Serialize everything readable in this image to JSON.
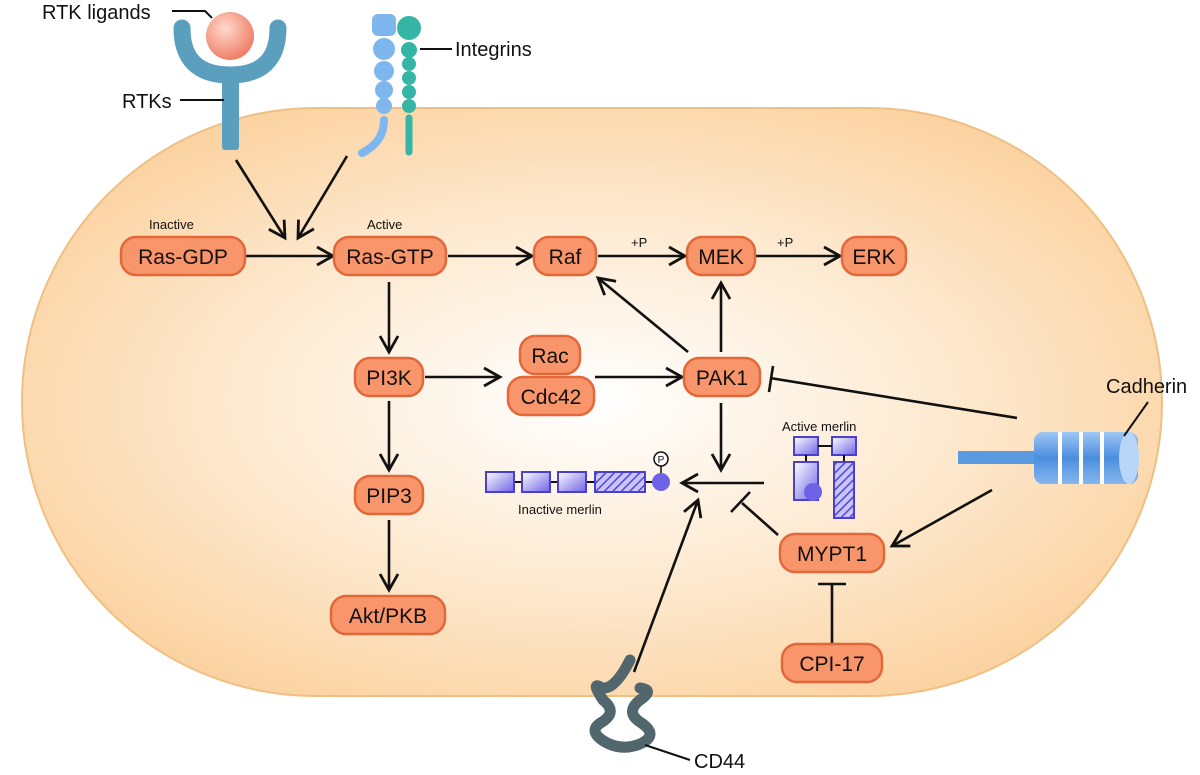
{
  "nodes": {
    "ras_gdp": "Ras-GDP",
    "ras_gtp": "Ras-GTP",
    "raf": "Raf",
    "mek": "MEK",
    "erk": "ERK",
    "pi3k": "PI3K",
    "rac": "Rac",
    "cdc42": "Cdc42",
    "pak1": "PAK1",
    "pip3": "PIP3",
    "akt": "Akt/PKB",
    "mypt1": "MYPT1",
    "cpi17": "CPI-17"
  },
  "labels": {
    "rtk_ligands": "RTK ligands",
    "rtks": "RTKs",
    "integrins": "Integrins",
    "cadherin": "Cadherin",
    "cd44": "CD44",
    "inactive": "Inactive",
    "active": "Active",
    "plus_p_1": "+P",
    "plus_p_2": "+P",
    "active_merlin": "Active merlin",
    "inactive_merlin": "Inactive merlin",
    "phospho": "P"
  },
  "colors": {
    "cell_fill": "#fcd9aa",
    "cell_stroke": "#f0c48a",
    "node_fill": "#f9956a",
    "node_stroke": "#e2683a",
    "rtk": "#5b9fbf",
    "ligand": "#f28a72",
    "integrin_blue": "#7eb7ee",
    "integrin_teal": "#34b5a6",
    "cadherin": "#5a9ae0",
    "cd44": "#52666e",
    "merlin": "#6e63e6"
  }
}
